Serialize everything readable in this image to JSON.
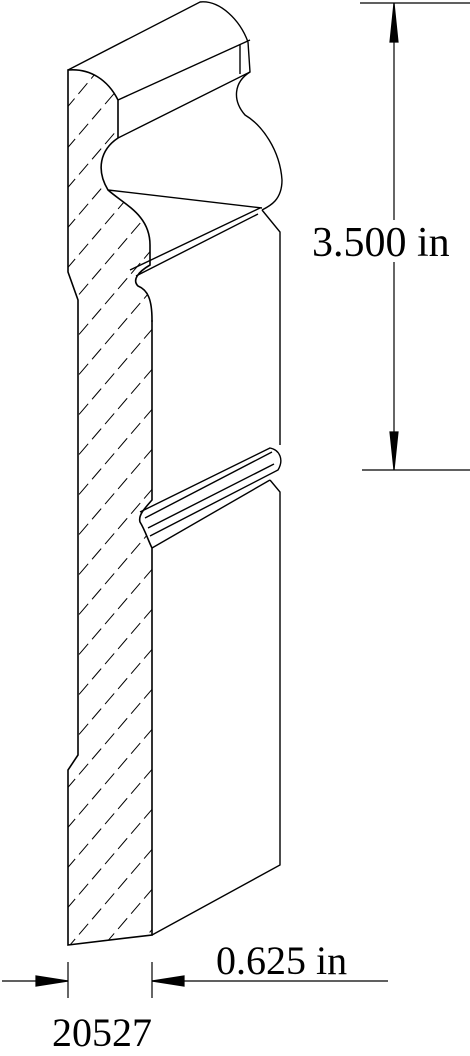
{
  "drawing": {
    "height_dimension": "3.500 in",
    "thickness_dimension": "0.625 in",
    "part_number": "20527"
  },
  "colors": {
    "line": "#000000",
    "background": "#ffffff"
  }
}
